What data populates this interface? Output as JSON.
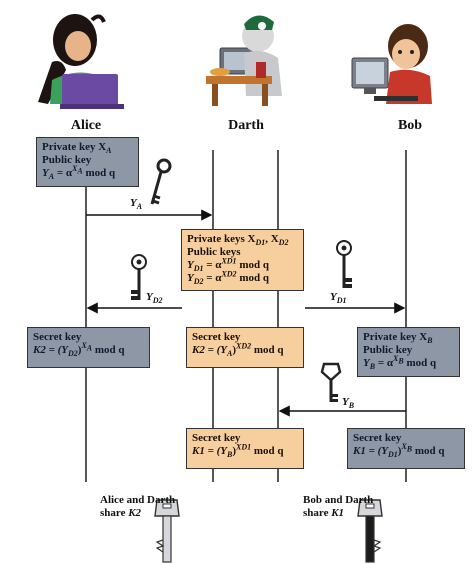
{
  "actors": {
    "alice": "Alice",
    "darth": "Darth",
    "bob": "Bob"
  },
  "boxes": {
    "alice_keys": {
      "line1": "Private key X",
      "line1_sub": "A",
      "line2": "Public key",
      "line3_pre": "Y",
      "line3_sub": "A",
      "line3_eq": " = α",
      "line3_sup": "X",
      "line3_supsub": "A",
      "line3_post": " mod q"
    },
    "darth_keys": {
      "line1": "Private keys X",
      "line1_sub1": "D1",
      "line1_mid": ", X",
      "line1_sub2": "D2",
      "line2": "Public keys",
      "line3_pre": "Y",
      "line3_sub": "D1",
      "line3_eq": " = α",
      "line3_sup": "XD1",
      "line3_post": " mod q",
      "line4_pre": "Y",
      "line4_sub": "D2",
      "line4_eq": " = α",
      "line4_sup": "XD2",
      "line4_post": " mod q"
    },
    "alice_secret": {
      "line1": "Secret key",
      "line2_pre": "K2 = (Y",
      "line2_sub": "D2",
      "line2_mid": ")",
      "line2_sup": "X",
      "line2_supsub": "A",
      "line2_post": " mod q"
    },
    "darth_secret2": {
      "line1": "Secret key",
      "line2_pre": "K2 = (Y",
      "line2_sub": "A",
      "line2_mid": ")",
      "line2_sup": "XD2",
      "line2_post": " mod q"
    },
    "bob_keys": {
      "line1": "Private key X",
      "line1_sub": "B",
      "line2": "Public key",
      "line3_pre": "Y",
      "line3_sub": "B",
      "line3_eq": " = α",
      "line3_sup": "X",
      "line3_supsub": "B",
      "line3_post": " mod q"
    },
    "darth_secret1": {
      "line1": "Secret key",
      "line2_pre": "K1 = (Y",
      "line2_sub": "B",
      "line2_mid": ")",
      "line2_sup": "XD1",
      "line2_post": " mod q"
    },
    "bob_secret": {
      "line1": "Secret key",
      "line2_pre": "K1 = (Y",
      "line2_sub": "D1",
      "line2_mid": ")",
      "line2_sup": "X",
      "line2_supsub": "B",
      "line2_post": " mod q"
    }
  },
  "arrows": {
    "ya": {
      "pre": "Y",
      "sub": "A"
    },
    "yd2": {
      "pre": "Y",
      "sub": "D2"
    },
    "yd1": {
      "pre": "Y",
      "sub": "D1"
    },
    "yb": {
      "pre": "Y",
      "sub": "B"
    }
  },
  "captions": {
    "alice_darth_1": "Alice and Darth",
    "alice_darth_2_pre": "share ",
    "alice_darth_2_key": "K2",
    "bob_darth_1": "Bob and Darth",
    "bob_darth_2_pre": "share ",
    "bob_darth_2_key": "K1"
  },
  "colors": {
    "gray_box": "#8d97a5",
    "orange_box": "#f7cf9f",
    "line": "#111111"
  }
}
